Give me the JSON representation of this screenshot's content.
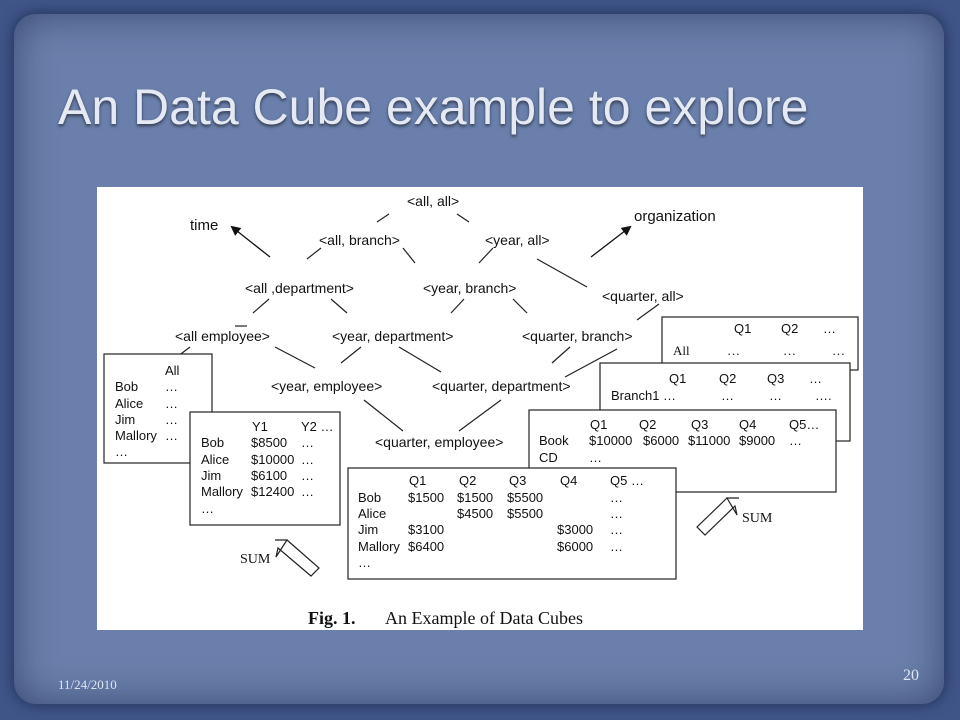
{
  "slide": {
    "title": "An Data Cube example to explore",
    "date": "11/24/2010",
    "number": "20"
  },
  "lattice": {
    "nodes": [
      "<all, all>",
      "<all, branch>",
      "<year, all>",
      "<all ,department>",
      "<year, branch>",
      "<quarter, all>",
      "<all employee>",
      "<year, department>",
      "<quarter, branch>",
      "<year, employee>",
      "<quarter, department>",
      "<quarter, employee>"
    ],
    "axis_left": "time",
    "axis_right": "organization"
  },
  "tables": {
    "all_emp": {
      "header": [
        "All"
      ],
      "rows": [
        [
          "Bob",
          "…"
        ],
        [
          "Alice",
          "…"
        ],
        [
          "Jim",
          "…"
        ],
        [
          "Mallory",
          "…"
        ],
        [
          "…",
          ""
        ]
      ]
    },
    "year_emp": {
      "header": [
        "Y1",
        "Y2 …"
      ],
      "rows": [
        [
          "Bob",
          "$8500",
          "…"
        ],
        [
          "Alice",
          "$10000",
          "…"
        ],
        [
          "Jim",
          "$6100",
          "…"
        ],
        [
          "Mallory",
          "$12400",
          "…"
        ],
        [
          "…",
          "",
          ""
        ]
      ]
    },
    "quarter_emp": {
      "header": [
        "Q1",
        "Q2",
        "Q3",
        "Q4",
        "Q5 …"
      ],
      "rows": [
        [
          "Bob",
          "$1500",
          "$1500",
          "$5500",
          "",
          "…"
        ],
        [
          "Alice",
          "",
          "$4500",
          "$5500",
          "",
          "…"
        ],
        [
          "Jim",
          "$3100",
          "",
          "",
          "$3000",
          "…"
        ],
        [
          "Mallory",
          "$6400",
          "",
          "",
          "$6000",
          "…"
        ],
        [
          "…",
          "",
          "",
          "",
          "",
          ""
        ]
      ]
    },
    "quarter_all": {
      "header": [
        "Q1",
        "Q2",
        "…"
      ],
      "rows": [
        [
          "All",
          "…",
          "…",
          "…"
        ]
      ]
    },
    "quarter_branch": {
      "header": [
        "Q1",
        "Q2",
        "Q3",
        "…"
      ],
      "rows": [
        [
          "Branch1",
          "…",
          "…",
          "…",
          "…."
        ]
      ]
    },
    "quarter_dept": {
      "header": [
        "Q1",
        "Q2",
        "Q3",
        "Q4",
        "Q5…"
      ],
      "rows": [
        [
          "Book",
          "$10000",
          "$6000",
          "$11000",
          "$9000",
          "…"
        ],
        [
          "CD",
          "…",
          "",
          "",
          "",
          ""
        ]
      ]
    }
  },
  "sum_left": "SUM",
  "sum_right": "SUM",
  "caption": {
    "label": "Fig. 1.",
    "text": "An Example of Data Cubes"
  }
}
